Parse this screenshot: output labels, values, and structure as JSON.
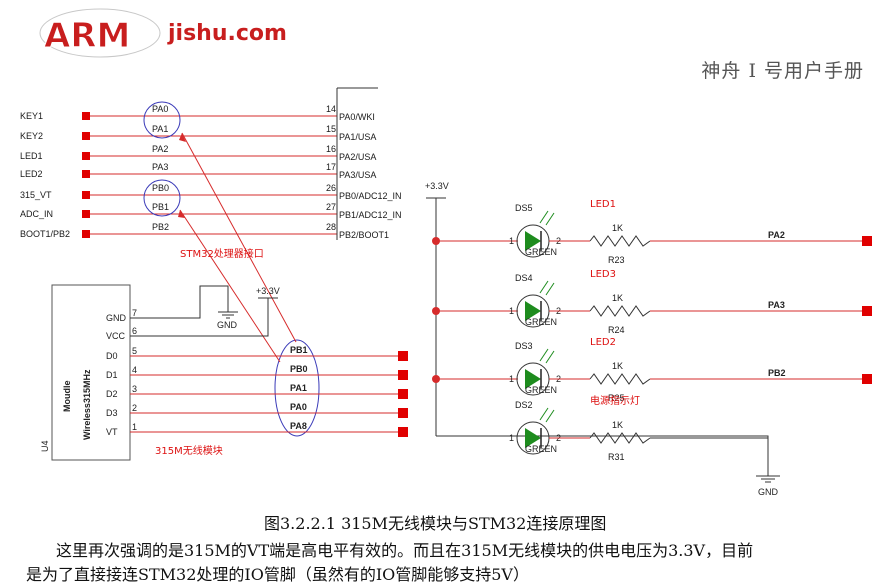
{
  "header": {
    "logo_arm": "ARM",
    "logo_site": "jishu.com",
    "manual_title": "神舟 I 号用户手册"
  },
  "left_circuit": {
    "signals": [
      {
        "name": "KEY1",
        "pa": "PA0",
        "pin": "14",
        "mcu": "PA0/WKI"
      },
      {
        "name": "KEY2",
        "pa": "PA1",
        "pin": "15",
        "mcu": "PA1/USA"
      },
      {
        "name": "LED1",
        "pa": "PA2",
        "pin": "16",
        "mcu": "PA2/USA"
      },
      {
        "name": "LED2",
        "pa": "PA3",
        "pin": "17",
        "mcu": "PA3/USA"
      },
      {
        "name": "315_VT",
        "pa": "PB0",
        "pin": "26",
        "mcu": "PB0/ADC12_IN"
      },
      {
        "name": "ADC_IN",
        "pa": "PB1",
        "pin": "27",
        "mcu": "PB1/ADC12_IN"
      },
      {
        "name": "BOOT1/PB2",
        "pa": "PB2",
        "pin": "28",
        "mcu": "PB2/BOOT1"
      }
    ],
    "stm32_note": "STM32处理器接口",
    "module": {
      "ref": "U4",
      "name_line1": "Moudle",
      "name_line2": "Wireless315MHz",
      "note": "315M无线模块",
      "pins": [
        {
          "label": "GND",
          "num": "7",
          "net": ""
        },
        {
          "label": "VCC",
          "num": "6",
          "net": ""
        },
        {
          "label": "D0",
          "num": "5",
          "net": "PB1"
        },
        {
          "label": "D1",
          "num": "4",
          "net": "PB0"
        },
        {
          "label": "D2",
          "num": "3",
          "net": "PA1"
        },
        {
          "label": "D3",
          "num": "2",
          "net": "PA0"
        },
        {
          "label": "VT",
          "num": "1",
          "net": "PA8"
        }
      ],
      "gnd_label": "GND",
      "vcc_label": "+3.3V"
    }
  },
  "right_circuit": {
    "supply": "+3.3V",
    "gnd": "GND",
    "leds": [
      {
        "ds": "DS5",
        "led": "LED1",
        "r": "R23",
        "rv": "1K",
        "net": "PA2"
      },
      {
        "ds": "DS4",
        "led": "LED3",
        "r": "R24",
        "rv": "1K",
        "net": "PA3"
      },
      {
        "ds": "DS3",
        "led": "LED2",
        "r": "R25",
        "rv": "1K",
        "net": "PB2"
      },
      {
        "ds": "DS2",
        "led": "电源指示灯",
        "r": "R31",
        "rv": "1K",
        "net": ""
      }
    ],
    "led_color": "GREEN"
  },
  "document": {
    "caption": "图3.2.2.1 315M无线模块与STM32连接原理图",
    "para_line1": "这里再次强调的是315M的VT端是高电平有效的。而且在315M无线模块的供电电压为3.3V，目前",
    "para_line2": "是为了直接接连STM32处理的IO管脚（虽然有的IO管脚能够支持5V）"
  },
  "colors": {
    "wire": "#d62b2b",
    "pad": "#e00000",
    "led_fill": "#1e8c1e",
    "highlight": "#3a3ab8",
    "logo": "#c81e1e"
  }
}
